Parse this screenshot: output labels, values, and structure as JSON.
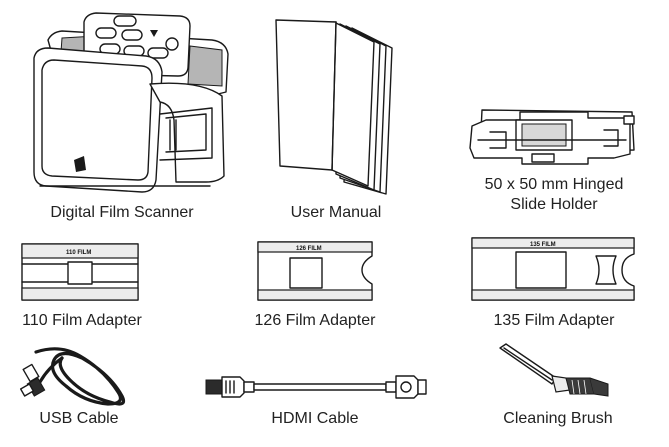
{
  "items": {
    "scanner": {
      "caption": "Digital Film Scanner"
    },
    "manual": {
      "caption": "User Manual"
    },
    "slide_holder": {
      "caption_line1": "50 x 50 mm Hinged",
      "caption_line2": "Slide Holder"
    },
    "adapter_110": {
      "caption": "110 Film Adapter",
      "label": "110 FILM"
    },
    "adapter_126": {
      "caption": "126 Film Adapter",
      "label": "126 FILM"
    },
    "adapter_135": {
      "caption": "135 Film Adapter",
      "label": "135 FILM"
    },
    "usb_cable": {
      "caption": "USB Cable"
    },
    "hdmi_cable": {
      "caption": "HDMI Cable"
    },
    "cleaning_brush": {
      "caption": "Cleaning Brush"
    }
  }
}
